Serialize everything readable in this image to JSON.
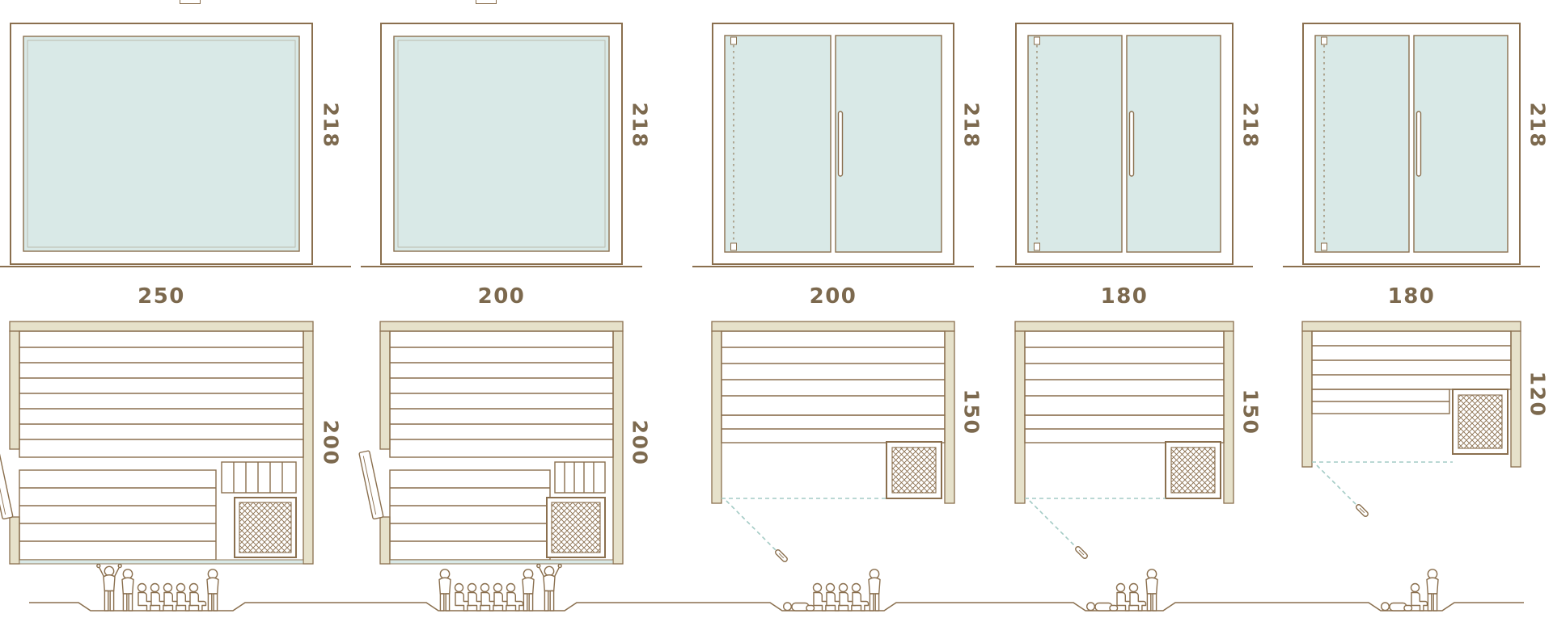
{
  "title": "Sauna cabin size comparison diagram",
  "colors": {
    "line": "#8a6f4e",
    "text": "#7c694e",
    "glass": "#d9e9e7",
    "wall": "#e6e1ca",
    "dash": "#a3cbc5",
    "bg": "#ffffff"
  },
  "models": [
    {
      "name": "sauna-250x200",
      "width_label": "250",
      "depth_label": "200",
      "height_label": "218",
      "front_icon": "fixed-glass-panel",
      "plan_icons": [
        "upper-bench",
        "lower-bench",
        "slat-bench",
        "heater",
        "open-side-door",
        "glass-front"
      ],
      "capacity_icons": 8,
      "capacity_composition": [
        "standing-arms-up",
        "standing",
        "sitting",
        "sitting",
        "sitting",
        "sitting",
        "sitting",
        "standing"
      ]
    },
    {
      "name": "sauna-200x200",
      "width_label": "200",
      "depth_label": "200",
      "height_label": "218",
      "front_icon": "fixed-glass-panel",
      "plan_icons": [
        "upper-bench",
        "lower-bench",
        "slat-bench",
        "heater",
        "open-side-door",
        "glass-front"
      ],
      "capacity_icons": 8,
      "capacity_composition": [
        "standing",
        "sitting",
        "sitting",
        "sitting",
        "sitting",
        "sitting",
        "standing",
        "standing-arms-up"
      ]
    },
    {
      "name": "sauna-200x150",
      "width_label": "200",
      "depth_label": "150",
      "height_label": "218",
      "front_icon": "double-glass-door-with-handle",
      "plan_icons": [
        "upper-bench",
        "step-bench",
        "heater",
        "front-door-swing",
        "door-handle"
      ],
      "capacity_icons": 6,
      "capacity_composition": [
        "reclining",
        "sitting",
        "sitting",
        "sitting",
        "sitting",
        "standing"
      ]
    },
    {
      "name": "sauna-180x150",
      "width_label": "180",
      "depth_label": "150",
      "height_label": "218",
      "front_icon": "double-glass-door-with-handle",
      "plan_icons": [
        "upper-bench",
        "step-bench",
        "heater",
        "front-door-swing",
        "door-handle"
      ],
      "capacity_icons": 4,
      "capacity_composition": [
        "reclining",
        "sitting",
        "sitting",
        "standing"
      ]
    },
    {
      "name": "sauna-180x120",
      "width_label": "180",
      "depth_label": "120",
      "height_label": "218",
      "front_icon": "double-glass-door-with-handle",
      "plan_icons": [
        "upper-bench",
        "step-bench",
        "heater",
        "front-door-swing",
        "door-handle"
      ],
      "capacity_icons": 3,
      "capacity_composition": [
        "reclining",
        "sitting",
        "standing"
      ]
    }
  ]
}
